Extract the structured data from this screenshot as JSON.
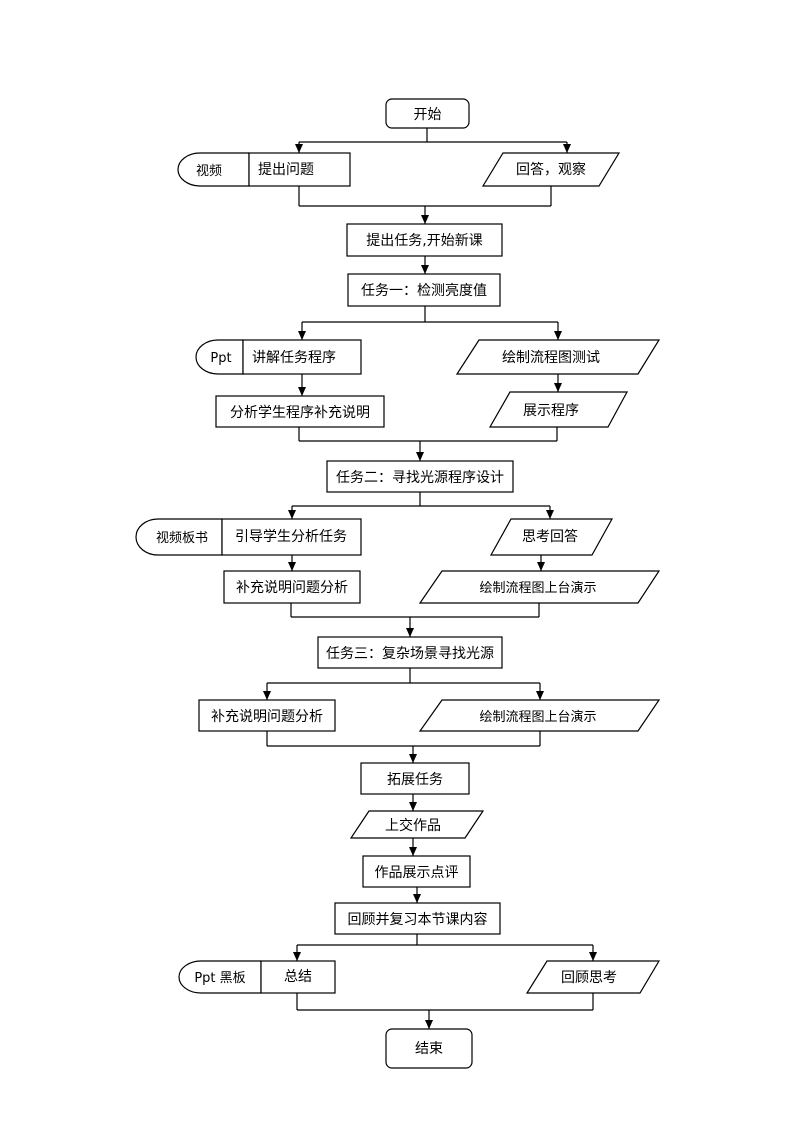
{
  "nodes": {
    "start": "开始",
    "video1_tag": "视频",
    "raise_question": "提出问题",
    "answer_observe": "回答，观察",
    "start_new_lesson": "提出任务,开始新课",
    "task1": "任务一：检测亮度值",
    "ppt_tag": "Ppt",
    "explain_task": "讲解任务程序",
    "draw_flow_test": "绘制流程图测试",
    "analyze_student": "分析学生程序补充说明",
    "show_program": "展示程序",
    "task2": "任务二：寻找光源程序设计",
    "video_board_tag": "视频板书",
    "guide_analysis": "引导学生分析任务",
    "think_answer": "思考回答",
    "supplement1": "补充说明问题分析",
    "draw_demo1": "绘制流程图上台演示",
    "task3": "任务三：复杂场景寻找光源",
    "supplement2": "补充说明问题分析",
    "draw_demo2": "绘制流程图上台演示",
    "extend_task": "拓展任务",
    "submit_work": "上交作品",
    "show_review": "作品展示点评",
    "review_lesson": "回顾并复习本节课内容",
    "ppt_board_tag": "Ppt 黑板",
    "summary": "总结",
    "review_think": "回顾思考",
    "end": "结束"
  }
}
